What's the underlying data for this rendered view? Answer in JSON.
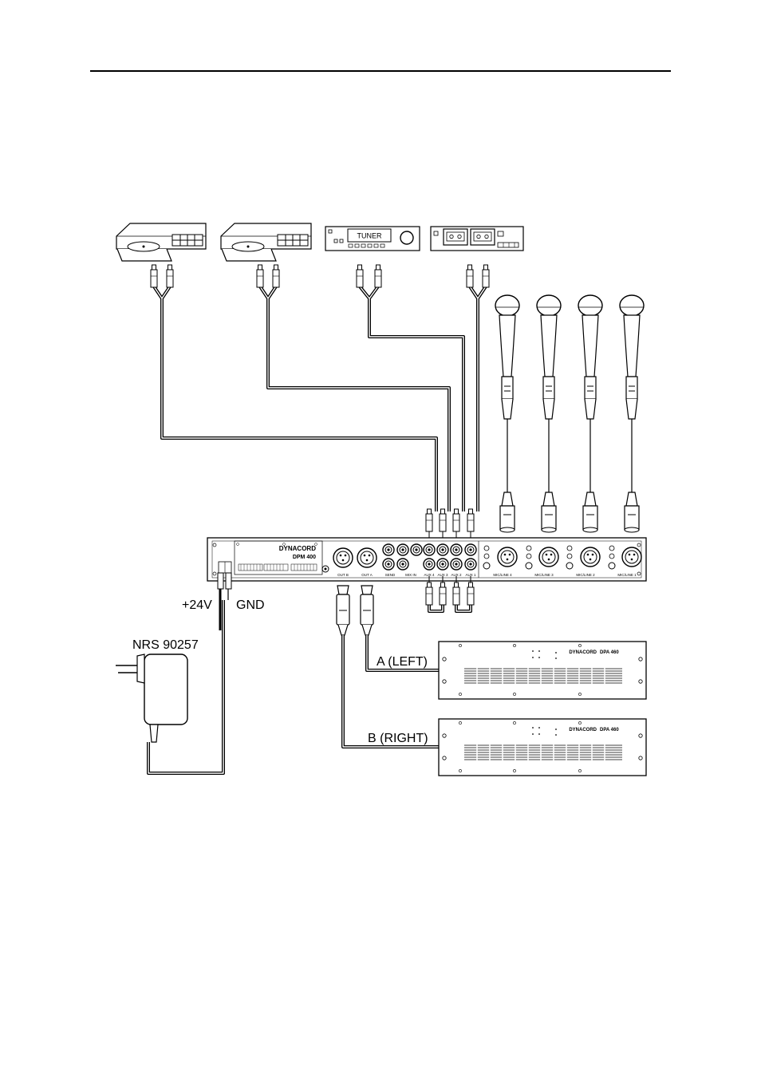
{
  "header_rule": true,
  "labels": {
    "supply_positive": "+24V",
    "supply_ground": "GND",
    "power_supply_model": "NRS 90257",
    "output_left": "A (LEFT)",
    "output_right": "B (RIGHT)",
    "tuner_display": "TUNER"
  },
  "mixer": {
    "brand": "DYNACORD",
    "model": "DPM 400",
    "output_jacks": [
      "OUT B",
      "OUT A"
    ],
    "rca_groups": [
      "SEND",
      "MIX IN",
      "AUX 4",
      "AUX 3",
      "AUX 2",
      "AUX 1"
    ],
    "mic_line_inputs": [
      "MIC/LINE 4",
      "MIC/LINE 3",
      "MIC/LINE 2",
      "MIC/LINE 1"
    ]
  },
  "amplifiers": [
    {
      "brand": "DYNACORD",
      "model": "DPA 460"
    },
    {
      "brand": "DYNACORD",
      "model": "DPA 460"
    }
  ],
  "sources": [
    {
      "type": "cd-player",
      "connects_to": "AUX 4"
    },
    {
      "type": "cd-player",
      "connects_to": "AUX 3"
    },
    {
      "type": "tuner",
      "connects_to": "AUX 2"
    },
    {
      "type": "cassette-deck",
      "connects_to": "AUX 1"
    }
  ],
  "microphones": 4
}
